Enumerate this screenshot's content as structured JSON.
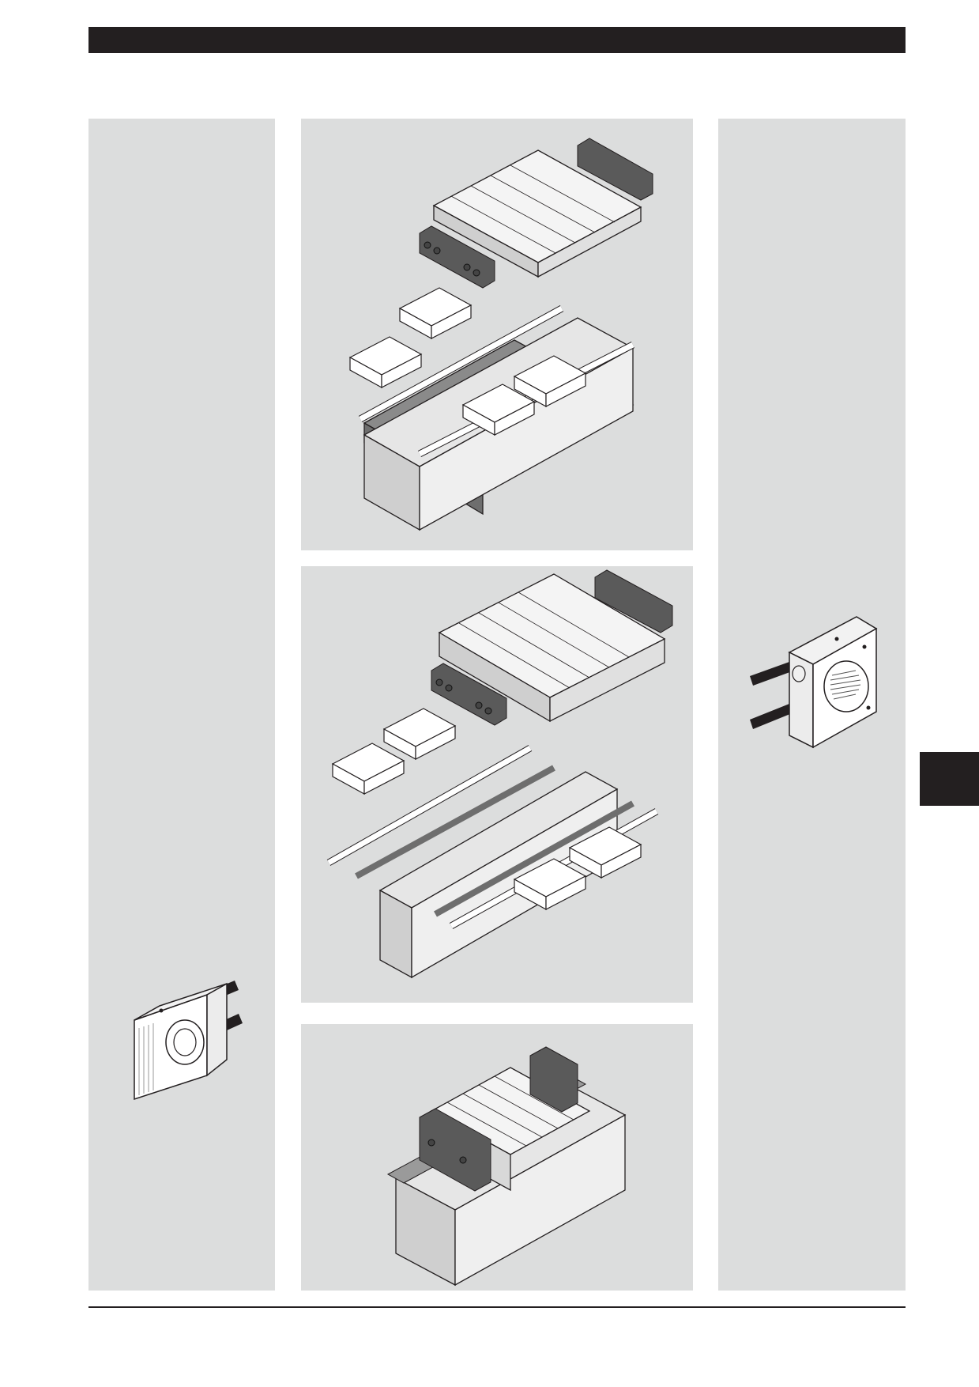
{
  "colors": {
    "header_bar": "#231f20",
    "panel_background": "#dcdddd",
    "side_tab": "#231f20",
    "footer_line": "#231f20"
  },
  "figures": [
    {
      "name": "linear-unit-exploded-view-1",
      "icon": "exploded-assembly-illustration"
    },
    {
      "name": "linear-unit-exploded-view-2",
      "icon": "exploded-assembly-illustration"
    },
    {
      "name": "linear-unit-assembled",
      "icon": "assembled-linear-unit-illustration"
    },
    {
      "name": "end-cap-drive-left",
      "icon": "drive-housing-illustration"
    },
    {
      "name": "end-cap-drive-right",
      "icon": "drive-housing-illustration"
    }
  ]
}
